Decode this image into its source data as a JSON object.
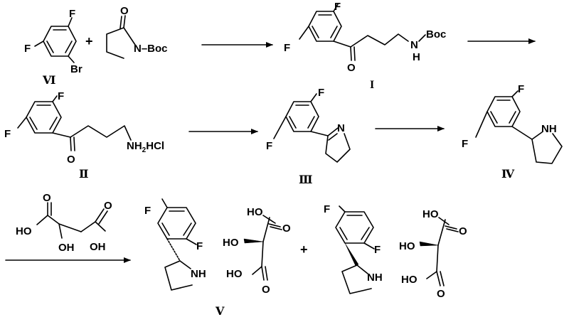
{
  "atoms": {
    "F": "F",
    "Br": "Br",
    "O": "O",
    "N": "N",
    "NH": "NH",
    "H": "H",
    "Boc": "Boc",
    "N_Boc": "N–Boc",
    "NH2HCl": "NH2HCl",
    "HO": "HO",
    "OH": "OH"
  },
  "labels": {
    "VI": "Ⅵ",
    "I": "I",
    "II": "Ⅱ",
    "III": "Ⅲ",
    "IV": "Ⅳ",
    "V": "Ⅴ"
  },
  "plus": "+"
}
